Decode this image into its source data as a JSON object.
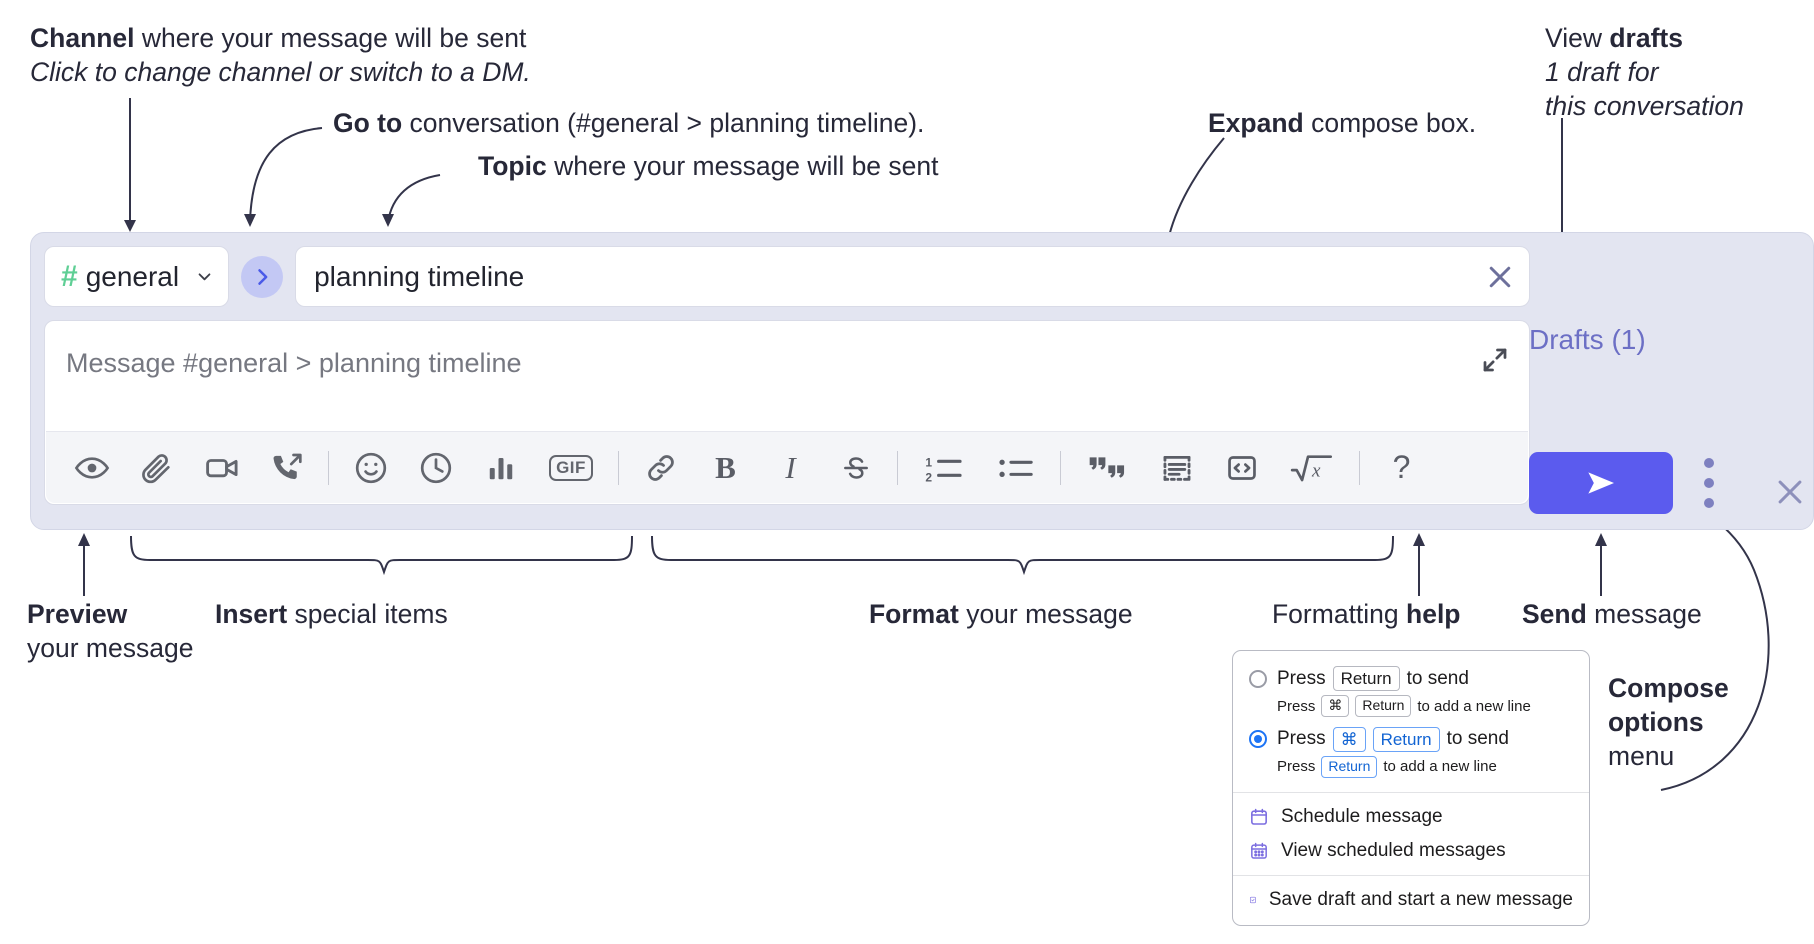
{
  "annotations": {
    "channel": {
      "bold": "Channel",
      "rest": " where your message will be sent",
      "sub": "Click to change channel or switch to a DM."
    },
    "goto": {
      "bold": "Go to",
      "rest": " conversation (#general > planning timeline)."
    },
    "topic": {
      "bold": "Topic",
      "rest": " where your message will be sent"
    },
    "expand": {
      "bold": "Expand",
      "rest": " compose box."
    },
    "drafts": {
      "bold_lead": "View ",
      "bold": "drafts",
      "sub1": "1 draft for",
      "sub2": "this conversation"
    },
    "preview": {
      "bold": "Preview",
      "line2": "your message"
    },
    "insert": {
      "bold": "Insert",
      "rest": " special items"
    },
    "format": {
      "bold": "Format",
      "rest": " your message"
    },
    "fmt_help": {
      "lead": "Formatting ",
      "bold": "help"
    },
    "send": {
      "bold": "Send",
      "rest": " message"
    },
    "compose_options": {
      "bold1": "Compose",
      "bold2": "options",
      "rest": "menu"
    }
  },
  "compose": {
    "channel_button": {
      "hash": "#",
      "name": "general",
      "chevron": "chevron-down-icon"
    },
    "go_button": {
      "icon": "chevron-right-icon"
    },
    "topic_field": {
      "value": "planning timeline",
      "clear_icon": "close-icon"
    },
    "message_input": {
      "placeholder": "Message #general > planning timeline",
      "expand_icon": "expand-icon"
    },
    "drafts_label": "Drafts (1)",
    "send_button": {
      "icon": "send-paper-plane-icon"
    },
    "kebab": {
      "icon": "more-options-vertical-icon"
    },
    "close": {
      "icon": "close-icon"
    },
    "toolbar": [
      {
        "name": "preview-icon",
        "label": "",
        "kind": "eye"
      },
      {
        "name": "attachment-icon",
        "label": "",
        "kind": "clip"
      },
      {
        "name": "video-clip-icon",
        "label": "",
        "kind": "video"
      },
      {
        "name": "huddle-icon",
        "label": "",
        "kind": "phone"
      },
      {
        "name": "separator-1",
        "label": "",
        "kind": "sep"
      },
      {
        "name": "emoji-icon",
        "label": "",
        "kind": "smiley"
      },
      {
        "name": "schedule-clock-icon",
        "label": "",
        "kind": "clock"
      },
      {
        "name": "poll-icon",
        "label": "",
        "kind": "bars"
      },
      {
        "name": "gif-icon",
        "label": "GIF",
        "kind": "gif"
      },
      {
        "name": "separator-2",
        "label": "",
        "kind": "sep"
      },
      {
        "name": "link-icon",
        "label": "",
        "kind": "link"
      },
      {
        "name": "bold-icon",
        "label": "B",
        "kind": "letter"
      },
      {
        "name": "italic-icon",
        "label": "I",
        "kind": "letter-it"
      },
      {
        "name": "strikethrough-icon",
        "label": "",
        "kind": "strike"
      },
      {
        "name": "separator-3",
        "label": "",
        "kind": "sep"
      },
      {
        "name": "ordered-list-icon",
        "label": "",
        "kind": "ol"
      },
      {
        "name": "bulleted-list-icon",
        "label": "",
        "kind": "ul"
      },
      {
        "name": "separator-4",
        "label": "",
        "kind": "sep"
      },
      {
        "name": "blockquote-icon",
        "label": "",
        "kind": "quote"
      },
      {
        "name": "code-block-icon",
        "label": "",
        "kind": "codeblock"
      },
      {
        "name": "code-inline-icon",
        "label": "",
        "kind": "code"
      },
      {
        "name": "math-icon",
        "label": "",
        "kind": "math"
      },
      {
        "name": "separator-5",
        "label": "",
        "kind": "sep"
      },
      {
        "name": "formatting-help-icon",
        "label": "?",
        "kind": "help"
      }
    ]
  },
  "options_menu": {
    "option_1": {
      "selected": false,
      "press": "Press",
      "key": "Return",
      "to_send": "to send",
      "sub_press": "Press",
      "sub_key1": "⌘",
      "sub_key2": "Return",
      "sub_tail": "to add a new line"
    },
    "option_2": {
      "selected": true,
      "press": "Press",
      "key1": "⌘",
      "key2": "Return",
      "to_send": "to send",
      "sub_press": "Press",
      "sub_key": "Return",
      "sub_tail": "to add a new line"
    },
    "items": [
      {
        "icon": "calendar-icon",
        "label": "Schedule message"
      },
      {
        "icon": "calendar-grid-icon",
        "label": "View scheduled messages"
      },
      {
        "icon": "save-draft-icon",
        "label": "Save draft and start a new message"
      }
    ]
  },
  "colors": {
    "accent_purple": "#5b5bee",
    "compose_bg": "#e3e5f1",
    "hash_green": "#5fcf95",
    "go_circle": "#c3c8f4",
    "drafts_text": "#6c6fc5",
    "radio_blue": "#1d74f5"
  }
}
